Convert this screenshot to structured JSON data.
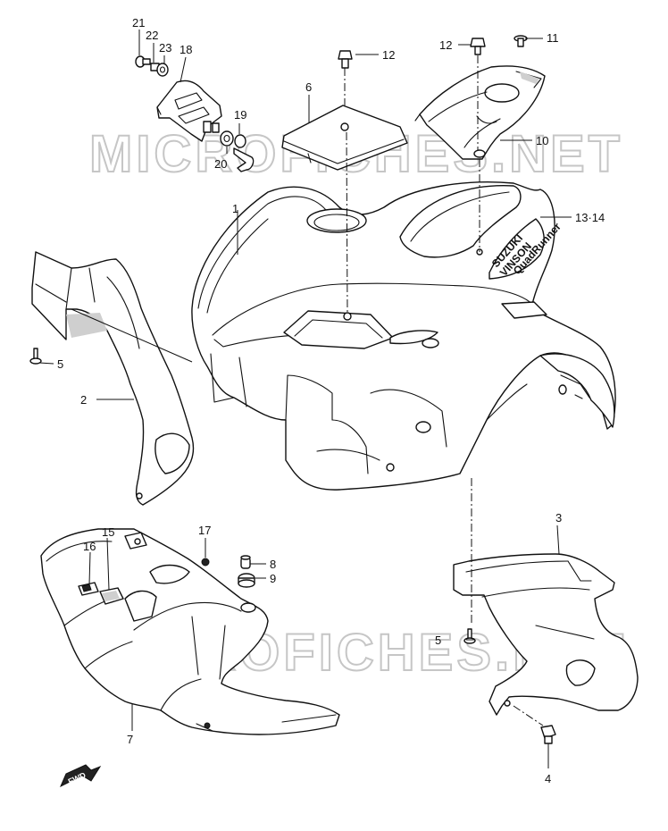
{
  "watermarks": [
    "MICROFICHES.NET",
    "MICROFICHES.NET"
  ],
  "decal_text": {
    "brand": "SUZUKI",
    "model": "VINSON",
    "sub": "QuadRunner"
  },
  "fwd_label": "FWD",
  "callouts": {
    "c1": "1",
    "c2": "2",
    "c3": "3",
    "c4": "4",
    "c5a": "5",
    "c5b": "5",
    "c6": "6",
    "c7": "7",
    "c8": "8",
    "c9": "9",
    "c10": "10",
    "c11": "11",
    "c12a": "12",
    "c12b": "12",
    "c1314": "13·14",
    "c15": "15",
    "c16": "16",
    "c17": "17",
    "c18": "18",
    "c19": "19",
    "c20": "20",
    "c21": "21",
    "c22": "22",
    "c23": "23"
  }
}
